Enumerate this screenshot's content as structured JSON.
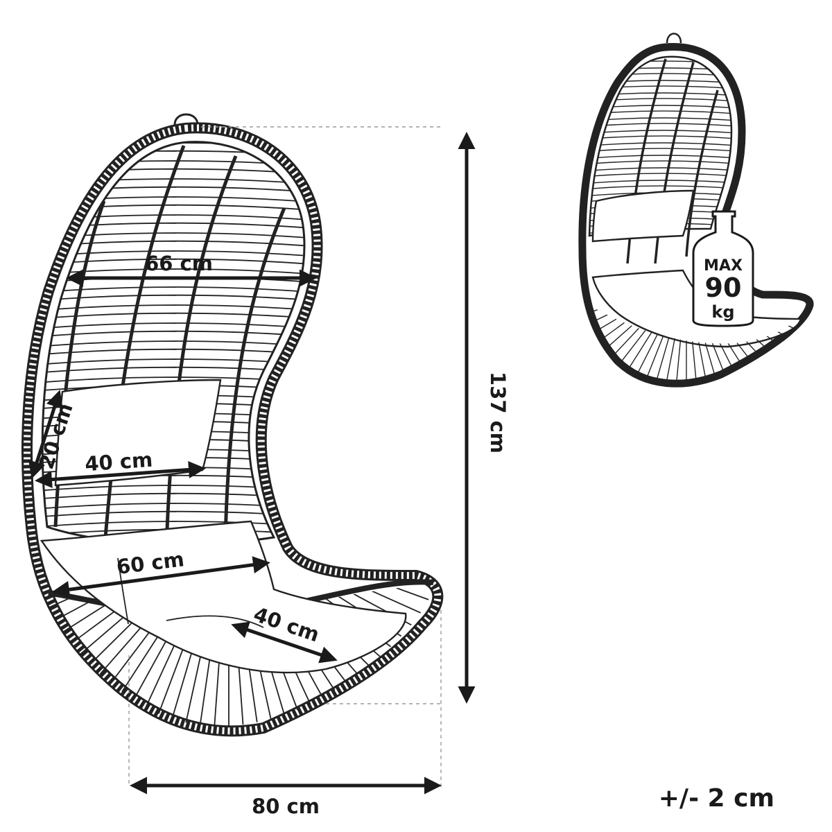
{
  "dimensions": {
    "width_top": "66 cm",
    "height_total": "137 cm",
    "pillow_height": "20 cm",
    "pillow_width": "40 cm",
    "seat_width": "60 cm",
    "seat_depth": "40 cm",
    "base_width": "80 cm"
  },
  "tolerance": "+/- 2 cm",
  "weight_badge": {
    "line1": "MAX",
    "line2": "90",
    "line3": "kg"
  },
  "colors": {
    "ink": "#1a1a1a",
    "guide": "#9a9a9a",
    "background": "#ffffff"
  }
}
